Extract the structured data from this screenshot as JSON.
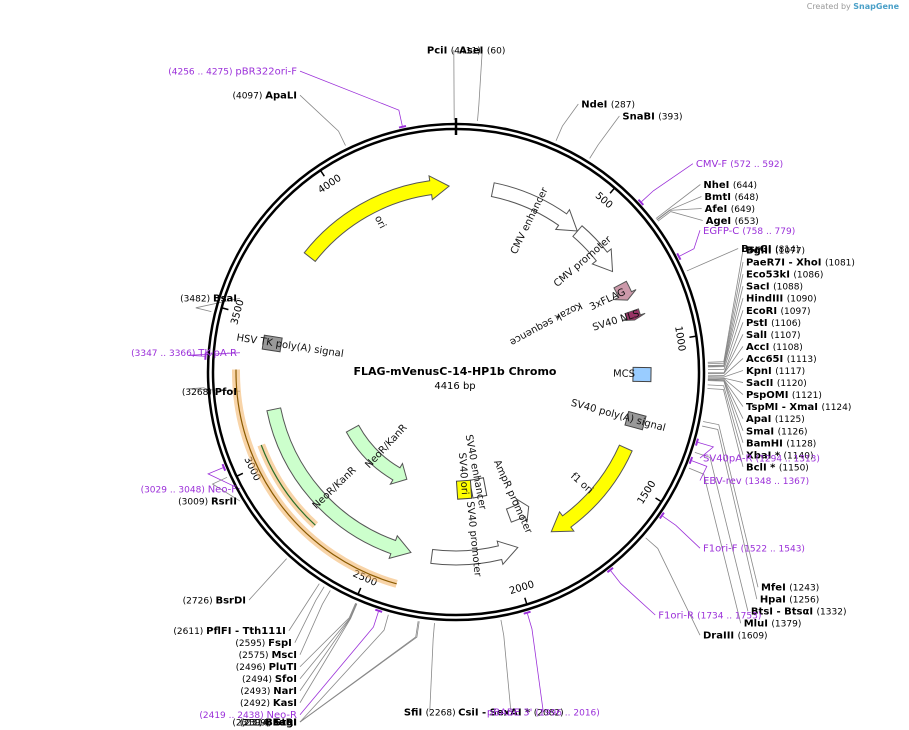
{
  "title": "FLAG-mVenusC-14-HP1b Chromo",
  "subtitle": "4416 bp",
  "credit": {
    "prefix": "Created by",
    "brand": "SnapGene"
  },
  "total_bp": 4416,
  "colors": {
    "backbone": "#000000",
    "primer": "#9b30d9",
    "ori": "#ffff00",
    "resistance": "#ccffcc",
    "promoter": "#ffffff",
    "signal": "#999999",
    "tag": "#cc99aa",
    "nls": "#993366",
    "mcs": "#99ccff",
    "highlight": "#f2b060"
  },
  "ticks": [
    {
      "bp": 500,
      "label": "500"
    },
    {
      "bp": 1000,
      "label": "1000"
    },
    {
      "bp": 1500,
      "label": "1500"
    },
    {
      "bp": 2000,
      "label": "2000"
    },
    {
      "bp": 2500,
      "label": "2500"
    },
    {
      "bp": 3000,
      "label": "3000"
    },
    {
      "bp": 3500,
      "label": "3500"
    },
    {
      "bp": 4000,
      "label": "4000"
    }
  ],
  "features": [
    {
      "name": "CMV enhancer",
      "start": 140,
      "end": 499,
      "dir": 1,
      "type": "promoter",
      "ring": 0
    },
    {
      "name": "CMV promoter",
      "start": 500,
      "end": 703,
      "dir": 1,
      "type": "promoter",
      "ring": 0
    },
    {
      "name": "3xFLAG",
      "start": 760,
      "end": 825,
      "dir": 1,
      "type": "tag",
      "ring": 0
    },
    {
      "name": "SV40 NLS",
      "start": 870,
      "end": 905,
      "dir": 1,
      "type": "nls",
      "ring": 0
    },
    {
      "name": "MCS",
      "start": 1077,
      "end": 1150,
      "dir": 0,
      "type": "mcs",
      "ring": 0
    },
    {
      "name": "SV40 poly(A) signal",
      "start": 1240,
      "end": 1340,
      "dir": 0,
      "type": "signal",
      "ring": 0
    },
    {
      "name": "f1 ori",
      "start": 1400,
      "end": 1830,
      "dir": 1,
      "type": "ori",
      "ring": 0
    },
    {
      "name": "AmpR promoter",
      "start": 1860,
      "end": 1960,
      "dir": -1,
      "type": "promoter",
      "ring": 1
    },
    {
      "name": "SV40 promoter",
      "start": 1970,
      "end": 2300,
      "dir": -1,
      "type": "promoter",
      "ring": 0
    },
    {
      "name": "SV40 enhancer",
      "start": 2040,
      "end": 2110,
      "dir": 0,
      "type": "promoter",
      "ring": 2
    },
    {
      "name": "SV40 ori",
      "start": 2130,
      "end": 2190,
      "dir": 0,
      "type": "ori",
      "ring": 2
    },
    {
      "name": "NeoR/KanR",
      "start": 2380,
      "end": 3170,
      "dir": -1,
      "type": "resistance",
      "ring": 0
    },
    {
      "name": "NeoR/KanR",
      "start": 2510,
      "end": 2960,
      "dir": -1,
      "type": "resistance",
      "ring": 2
    },
    {
      "name": "HSV TK poly(A) signal",
      "start": 3400,
      "end": 3440,
      "dir": 0,
      "type": "signal",
      "ring": 0
    },
    {
      "name": "ori",
      "start": 3780,
      "end": 4390,
      "dir": 1,
      "type": "ori",
      "ring": 0
    },
    {
      "name": "Kozak sequence",
      "start": 750,
      "end": 760,
      "dir": 0,
      "type": "line",
      "ring": 2
    }
  ],
  "enzymes": [
    {
      "name": "PciI",
      "pos": "(4411)",
      "bp": 4411,
      "side": "top"
    },
    {
      "name": "AseI",
      "pos": "(60)",
      "bp": 60,
      "side": "top"
    },
    {
      "name": "NdeI",
      "pos": "(287)",
      "bp": 287,
      "side": "right"
    },
    {
      "name": "SnaBI",
      "pos": "(393)",
      "bp": 393,
      "side": "right"
    },
    {
      "name": "NheI",
      "pos": "(644)",
      "bp": 644,
      "side": "right"
    },
    {
      "name": "BmtI",
      "pos": "(648)",
      "bp": 648,
      "side": "right"
    },
    {
      "name": "AfeI",
      "pos": "(649)",
      "bp": 649,
      "side": "right"
    },
    {
      "name": "AgeI",
      "pos": "(653)",
      "bp": 653,
      "side": "right"
    },
    {
      "name": "BsrGI",
      "pos": "(814)",
      "bp": 814,
      "side": "right"
    },
    {
      "name": "BglII",
      "pos": "(1077)",
      "bp": 1077,
      "side": "right"
    },
    {
      "name": "PaeR7I - XhoI",
      "pos": "(1081)",
      "bp": 1081,
      "side": "right"
    },
    {
      "name": "Eco53kI",
      "pos": "(1086)",
      "bp": 1086,
      "side": "right"
    },
    {
      "name": "SacI",
      "pos": "(1088)",
      "bp": 1088,
      "side": "right"
    },
    {
      "name": "HindIII",
      "pos": "(1090)",
      "bp": 1090,
      "side": "right"
    },
    {
      "name": "EcoRI",
      "pos": "(1097)",
      "bp": 1097,
      "side": "right"
    },
    {
      "name": "PstI",
      "pos": "(1106)",
      "bp": 1106,
      "side": "right"
    },
    {
      "name": "SalI",
      "pos": "(1107)",
      "bp": 1107,
      "side": "right"
    },
    {
      "name": "AccI",
      "pos": "(1108)",
      "bp": 1108,
      "side": "right"
    },
    {
      "name": "Acc65I",
      "pos": "(1113)",
      "bp": 1113,
      "side": "right"
    },
    {
      "name": "KpnI",
      "pos": "(1117)",
      "bp": 1117,
      "side": "right"
    },
    {
      "name": "SacII",
      "pos": "(1120)",
      "bp": 1120,
      "side": "right"
    },
    {
      "name": "PspOMI",
      "pos": "(1121)",
      "bp": 1121,
      "side": "right"
    },
    {
      "name": "TspMI - XmaI",
      "pos": "(1124)",
      "bp": 1124,
      "side": "right"
    },
    {
      "name": "ApaI",
      "pos": "(1125)",
      "bp": 1125,
      "side": "right"
    },
    {
      "name": "SmaI",
      "pos": "(1126)",
      "bp": 1126,
      "side": "right"
    },
    {
      "name": "BamHI",
      "pos": "(1128)",
      "bp": 1128,
      "side": "right"
    },
    {
      "name": "XbaI *",
      "pos": "(1140)",
      "bp": 1140,
      "side": "right"
    },
    {
      "name": "BclI *",
      "pos": "(1150)",
      "bp": 1150,
      "side": "right"
    },
    {
      "name": "MfeI",
      "pos": "(1243)",
      "bp": 1243,
      "side": "right"
    },
    {
      "name": "HpaI",
      "pos": "(1256)",
      "bp": 1256,
      "side": "right"
    },
    {
      "name": "BtsI - BtsαI",
      "pos": "(1332)",
      "bp": 1332,
      "side": "right"
    },
    {
      "name": "MluI",
      "pos": "(1379)",
      "bp": 1379,
      "side": "right"
    },
    {
      "name": "DraIII",
      "pos": "(1609)",
      "bp": 1609,
      "side": "right"
    },
    {
      "name": "CsiI - SexAI *",
      "pos": "(2082)",
      "bp": 2082,
      "side": "bottom"
    },
    {
      "name": "SfiI",
      "pos": "(2268)",
      "bp": 2268,
      "side": "bottom"
    },
    {
      "name": "BseRI",
      "pos": "(2311)",
      "bp": 2311,
      "side": "left"
    },
    {
      "name": "StuI",
      "pos": "(2314)",
      "bp": 2314,
      "side": "left"
    },
    {
      "name": "EagI",
      "pos": "(2399)",
      "bp": 2399,
      "side": "left"
    },
    {
      "name": "KasI",
      "pos": "(2492)",
      "bp": 2492,
      "side": "left"
    },
    {
      "name": "NarI",
      "pos": "(2493)",
      "bp": 2493,
      "side": "left"
    },
    {
      "name": "SfoI",
      "pos": "(2494)",
      "bp": 2494,
      "side": "left"
    },
    {
      "name": "PluTI",
      "pos": "(2496)",
      "bp": 2496,
      "side": "left"
    },
    {
      "name": "MscI",
      "pos": "(2575)",
      "bp": 2575,
      "side": "left"
    },
    {
      "name": "FspI",
      "pos": "(2595)",
      "bp": 2595,
      "side": "left"
    },
    {
      "name": "PflFI - Tth111I",
      "pos": "(2611)",
      "bp": 2611,
      "side": "left"
    },
    {
      "name": "BsrDI",
      "pos": "(2726)",
      "bp": 2726,
      "side": "left"
    },
    {
      "name": "RsrII",
      "pos": "(3009)",
      "bp": 3009,
      "side": "left"
    },
    {
      "name": "PfoI",
      "pos": "(3268)",
      "bp": 3268,
      "side": "left"
    },
    {
      "name": "BsaI",
      "pos": "(3482)",
      "bp": 3482,
      "side": "left"
    },
    {
      "name": "ApaLI",
      "pos": "(4097)",
      "bp": 4097,
      "side": "left"
    }
  ],
  "primers": [
    {
      "name": "pBR322ori-F",
      "range": "(4256 .. 4275)",
      "bp": 4265,
      "side": "left"
    },
    {
      "name": "CMV-F",
      "range": "(572 .. 592)",
      "bp": 582,
      "side": "right"
    },
    {
      "name": "EGFP-C",
      "range": "(758 .. 779)",
      "bp": 768,
      "side": "right"
    },
    {
      "name": "SV40pA-R",
      "range": "(1294 .. 1313)",
      "bp": 1303,
      "side": "right"
    },
    {
      "name": "EBV-rev",
      "range": "(1348 .. 1367)",
      "bp": 1357,
      "side": "right"
    },
    {
      "name": "F1ori-F",
      "range": "(1522 .. 1543)",
      "bp": 1532,
      "side": "right"
    },
    {
      "name": "F1ori-R",
      "range": "(1734 .. 1753)",
      "bp": 1743,
      "side": "right"
    },
    {
      "name": "pBABE 3'",
      "range": "(1996 .. 2016)",
      "bp": 2006,
      "side": "bottom"
    },
    {
      "name": "Neo-R",
      "range": "(2419 .. 2438)",
      "bp": 2428,
      "side": "left"
    },
    {
      "name": "Neo-F",
      "range": "(3029 .. 3048)",
      "bp": 3038,
      "side": "left"
    },
    {
      "name": "TK-pA-R",
      "range": "(3347 .. 3366)",
      "bp": 3356,
      "side": "left"
    }
  ]
}
